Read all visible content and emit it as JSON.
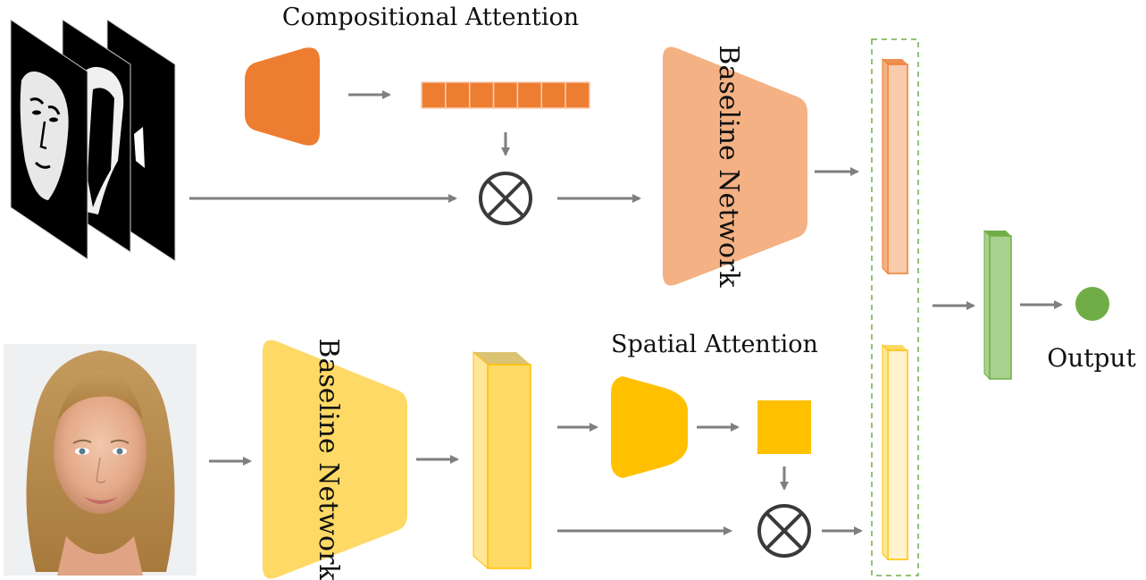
{
  "labels": {
    "compositional_attention": "Compositional Attention",
    "spatial_attention": "Spatial Attention",
    "baseline_network_top": "Baseline Network",
    "baseline_network_bottom": "Baseline Network",
    "output": "Output"
  },
  "attention_vector_cells": 7,
  "colors": {
    "orange_dark": "#ED7D31",
    "orange_light": "#F4B183",
    "peach_bar": "#F8CBAD",
    "yellow_light": "#FFD966",
    "yellow_dark": "#FFC000",
    "yellow_pale": "#FFF2CC",
    "green": "#A9D18E",
    "green_dark": "#70AD47",
    "arrow": "#7F7F7F",
    "dash": "#70AD47"
  },
  "icons": {
    "multiply_top": "circled-times-icon",
    "multiply_bottom": "circled-times-icon",
    "output_node": "green-dot-icon"
  }
}
